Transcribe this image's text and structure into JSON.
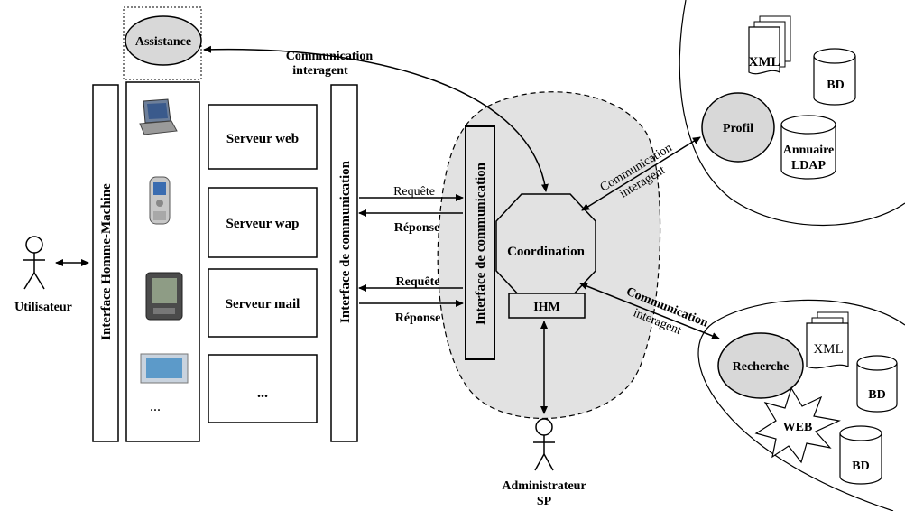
{
  "actors": {
    "user": "Utilisateur",
    "admin_line1": "Administrateur",
    "admin_line2": "SP"
  },
  "panels": {
    "ihm_vertical": "Interface Homme-Machine",
    "comm_vertical_left": "Interface de communication",
    "comm_vertical_center": "Interface de communication"
  },
  "assistance": "Assistance",
  "devices": {
    "ellipsis": "..."
  },
  "servers": [
    "Serveur web",
    "Serveur wap",
    "Serveur mail",
    "..."
  ],
  "messages": {
    "request_1": "Requête",
    "response_1": "Réponse",
    "request_2": "Requête",
    "response_2": "Réponse"
  },
  "comm_label": {
    "top_line1": "Communication",
    "top_line2": "interagent",
    "profil_line1": "Communication",
    "profil_line2": "interagent",
    "recherche_line1": "Communication",
    "recherche_line2": "interagent"
  },
  "coordination": {
    "label": "Coordination",
    "ihm": "IHM"
  },
  "profile_region": {
    "profil": "Profil",
    "xml": "XML",
    "bd": "BD",
    "annuaire_line1": "Annuaire",
    "annuaire_line2": "LDAP"
  },
  "search_region": {
    "recherche": "Recherche",
    "xml": "XML",
    "bd_top": "BD",
    "web": "WEB",
    "bd_bottom": "BD"
  },
  "colors": {
    "ellipse_fill": "#d8d8d8",
    "coord_region_fill": "#e2e2e2",
    "line": "#000000"
  }
}
